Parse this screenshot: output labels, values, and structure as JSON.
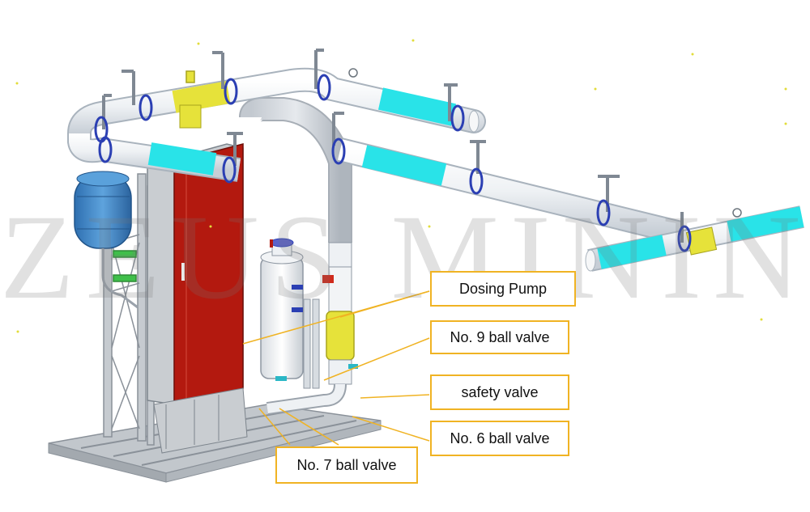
{
  "watermark": "ZEUS MINING",
  "callouts": [
    {
      "id": "dosing-pump",
      "label": "Dosing Pump"
    },
    {
      "id": "no9-ball-valve",
      "label": "No. 9 ball valve"
    },
    {
      "id": "safety-valve",
      "label": "safety valve"
    },
    {
      "id": "no6-ball-valve",
      "label": "No. 6 ball valve"
    },
    {
      "id": "no7-ball-valve",
      "label": "No. 7 ball valve"
    }
  ],
  "colors": {
    "pipe": "#eef1f4",
    "pipe_outline": "#a9b3bd",
    "cyan_sleeve": "#29e3e8",
    "yellow_fitting": "#e6e23a",
    "cabinet_red": "#b3190f",
    "cabinet_grey": "#c9cdd1",
    "tank_blue": "#3f86c9",
    "frame_grey": "#b7bcc1",
    "bracket_grey": "#8f98a3",
    "clamp_blue": "#2b3fb3",
    "callout_border": "#f0b323",
    "leader_line": "#f0b323"
  }
}
